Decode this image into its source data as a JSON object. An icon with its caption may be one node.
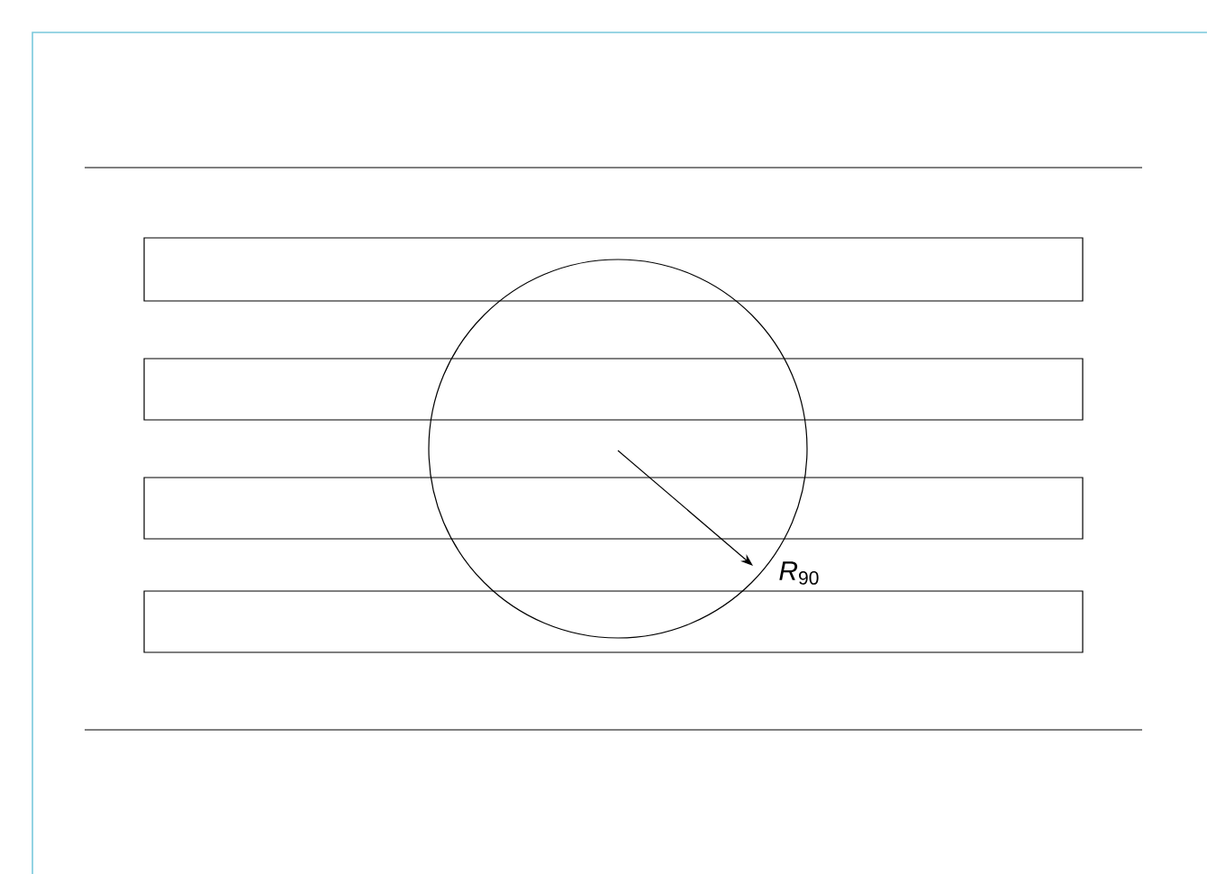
{
  "diagram": {
    "nodes": [
      {
        "text": [],
        "shape": "bar"
      },
      {
        "text": [],
        "shape": "bar"
      },
      {
        "text": [],
        "shape": "bar"
      },
      {
        "text": [],
        "shape": "bar"
      },
      {
        "text": [],
        "shape": "circle"
      }
    ],
    "labels": [
      "*R*$_{90}$"
    ]
  }
}
